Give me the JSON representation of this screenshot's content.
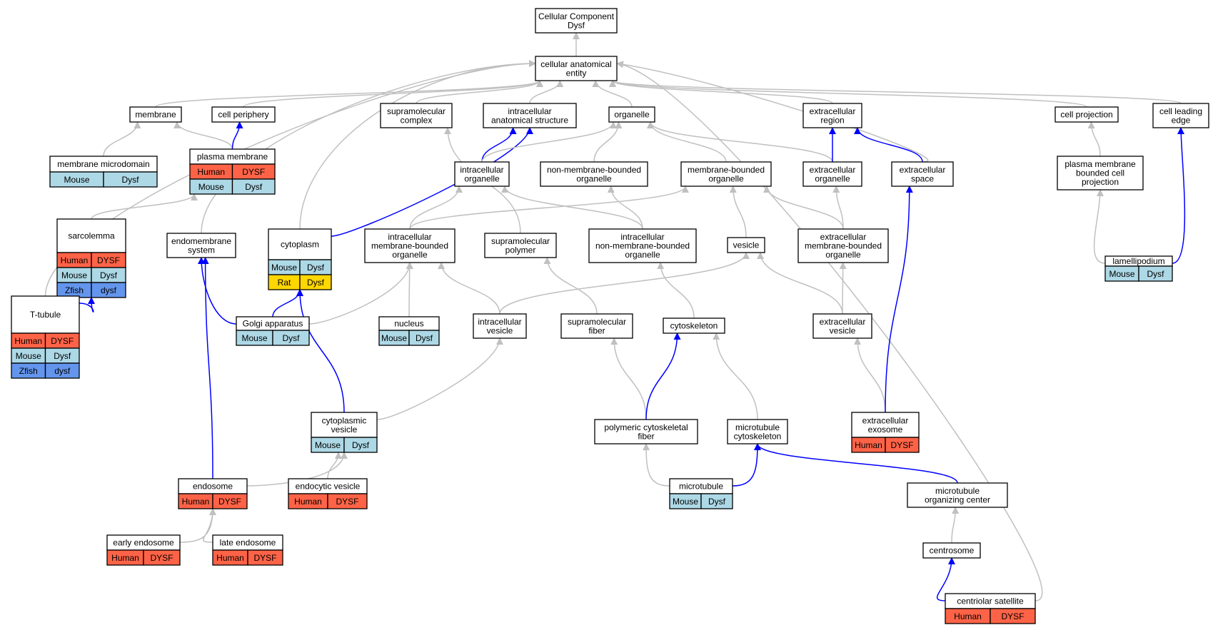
{
  "colors": {
    "gray_edge": "#c0c0c0",
    "blue_edge": "#0000ff",
    "human": "#ff6347",
    "mouse": "#add8e6",
    "rat": "#ffd700",
    "zfish": "#6495ed"
  },
  "nodes": [
    {
      "id": "root",
      "lines": [
        "Cellular Component",
        "Dysf"
      ]
    },
    {
      "id": "cae",
      "lines": [
        "cellular anatomical",
        "entity"
      ]
    },
    {
      "id": "membrane",
      "lines": [
        "membrane"
      ]
    },
    {
      "id": "cellperiphery",
      "lines": [
        "cell periphery"
      ]
    },
    {
      "id": "supramolcomplex",
      "lines": [
        "supramolecular",
        "complex"
      ]
    },
    {
      "id": "intracellanat",
      "lines": [
        "intracellular",
        "anatomical structure"
      ]
    },
    {
      "id": "organelle",
      "lines": [
        "organelle"
      ]
    },
    {
      "id": "extracellregion",
      "lines": [
        "extracellular",
        "region"
      ]
    },
    {
      "id": "cellprojection",
      "lines": [
        "cell projection"
      ]
    },
    {
      "id": "cellleadingedge",
      "lines": [
        "cell leading",
        "edge"
      ]
    },
    {
      "id": "membranemicrodomain",
      "lines": [
        "membrane microdomain"
      ],
      "rows": [
        [
          "Mouse",
          "Dysf"
        ]
      ]
    },
    {
      "id": "plasmamembrane",
      "lines": [
        "plasma membrane"
      ],
      "rows": [
        [
          "Human",
          "DYSF"
        ],
        [
          "Mouse",
          "Dysf"
        ]
      ]
    },
    {
      "id": "intracellorganelle",
      "lines": [
        "intracellular",
        "organelle"
      ]
    },
    {
      "id": "nonmembraneorganelle",
      "lines": [
        "non-membrane-bounded",
        "organelle"
      ]
    },
    {
      "id": "membraneboundedorganelle",
      "lines": [
        "membrane-bounded",
        "organelle"
      ]
    },
    {
      "id": "extracellorganelle",
      "lines": [
        "extracellular",
        "organelle"
      ]
    },
    {
      "id": "extracellspace",
      "lines": [
        "extracellular",
        "space"
      ]
    },
    {
      "id": "pmboundedcellproj",
      "lines": [
        "plasma membrane",
        "bounded cell",
        "projection"
      ]
    },
    {
      "id": "sarcolemma",
      "lines": [
        "sarcolemma"
      ],
      "rows": [
        [
          "Human",
          "DYSF"
        ],
        [
          "Mouse",
          "Dysf"
        ],
        [
          "Zfish",
          "dysf"
        ]
      ]
    },
    {
      "id": "endomembrane",
      "lines": [
        "endomembrane",
        "system"
      ]
    },
    {
      "id": "cytoplasm",
      "lines": [
        "cytoplasm"
      ],
      "rows": [
        [
          "Mouse",
          "Dysf"
        ],
        [
          "Rat",
          "Dysf"
        ]
      ]
    },
    {
      "id": "intracellmbo",
      "lines": [
        "intracellular",
        "membrane-bounded",
        "organelle"
      ]
    },
    {
      "id": "supramolpolymer",
      "lines": [
        "supramolecular",
        "polymer"
      ]
    },
    {
      "id": "intracellnmbo",
      "lines": [
        "intracellular",
        "non-membrane-bounded",
        "organelle"
      ]
    },
    {
      "id": "vesicle",
      "lines": [
        "vesicle"
      ]
    },
    {
      "id": "extracellmbo",
      "lines": [
        "extracellular",
        "membrane-bounded",
        "organelle"
      ]
    },
    {
      "id": "lamellipodium",
      "lines": [
        "lamellipodium"
      ],
      "rows": [
        [
          "Mouse",
          "Dysf"
        ]
      ]
    },
    {
      "id": "ttubule",
      "lines": [
        "T-tubule"
      ],
      "rows": [
        [
          "Human",
          "DYSF"
        ],
        [
          "Mouse",
          "Dysf"
        ],
        [
          "Zfish",
          "dysf"
        ]
      ]
    },
    {
      "id": "golgi",
      "lines": [
        "Golgi apparatus"
      ],
      "rows": [
        [
          "Mouse",
          "Dysf"
        ]
      ]
    },
    {
      "id": "nucleus",
      "lines": [
        "nucleus"
      ],
      "rows": [
        [
          "Mouse",
          "Dysf"
        ]
      ]
    },
    {
      "id": "intracellvesicle",
      "lines": [
        "intracellular",
        "vesicle"
      ]
    },
    {
      "id": "supramolfiber",
      "lines": [
        "supramolecular",
        "fiber"
      ]
    },
    {
      "id": "cytoskeleton",
      "lines": [
        "cytoskeleton"
      ]
    },
    {
      "id": "extracellvesicle",
      "lines": [
        "extracellular",
        "vesicle"
      ]
    },
    {
      "id": "cytoplasmicvesicle",
      "lines": [
        "cytoplasmic",
        "vesicle"
      ],
      "rows": [
        [
          "Mouse",
          "Dysf"
        ]
      ]
    },
    {
      "id": "polymericcytofiber",
      "lines": [
        "polymeric cytoskeletal",
        "fiber"
      ]
    },
    {
      "id": "mtcytoskeleton",
      "lines": [
        "microtubule",
        "cytoskeleton"
      ]
    },
    {
      "id": "extracellexosome",
      "lines": [
        "extracellular",
        "exosome"
      ],
      "rows": [
        [
          "Human",
          "DYSF"
        ]
      ]
    },
    {
      "id": "endosome",
      "lines": [
        "endosome"
      ],
      "rows": [
        [
          "Human",
          "DYSF"
        ]
      ]
    },
    {
      "id": "endocyticvesicle",
      "lines": [
        "endocytic vesicle"
      ],
      "rows": [
        [
          "Human",
          "DYSF"
        ]
      ]
    },
    {
      "id": "microtubule",
      "lines": [
        "microtubule"
      ],
      "rows": [
        [
          "Mouse",
          "Dysf"
        ]
      ]
    },
    {
      "id": "mtoc",
      "lines": [
        "microtubule",
        "organizing center"
      ]
    },
    {
      "id": "earlyendosome",
      "lines": [
        "early endosome"
      ],
      "rows": [
        [
          "Human",
          "DYSF"
        ]
      ]
    },
    {
      "id": "lateendosome",
      "lines": [
        "late endosome"
      ],
      "rows": [
        [
          "Human",
          "DYSF"
        ]
      ]
    },
    {
      "id": "centrosome",
      "lines": [
        "centrosome"
      ]
    },
    {
      "id": "centriolarsatellite",
      "lines": [
        "centriolar satellite"
      ],
      "rows": [
        [
          "Human",
          "DYSF"
        ]
      ]
    }
  ]
}
